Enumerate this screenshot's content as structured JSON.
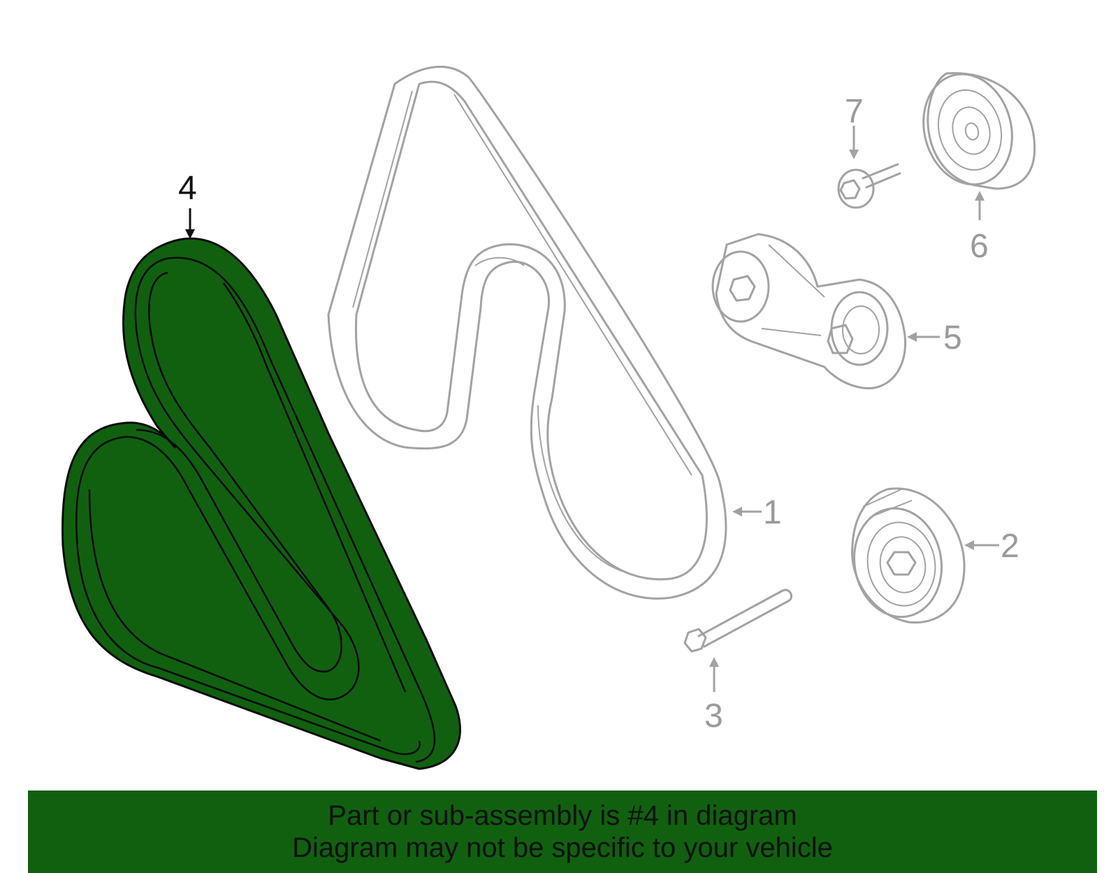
{
  "diagram": {
    "highlight_color": "#116010",
    "parts": [
      {
        "id": "1",
        "label": "1",
        "name": "serpentine-belt",
        "highlighted": false
      },
      {
        "id": "2",
        "label": "2",
        "name": "idler-pulley",
        "highlighted": false
      },
      {
        "id": "3",
        "label": "3",
        "name": "pulley-bolt",
        "highlighted": false
      },
      {
        "id": "4",
        "label": "4",
        "name": "drive-belt",
        "highlighted": true
      },
      {
        "id": "5",
        "label": "5",
        "name": "belt-tensioner",
        "highlighted": false
      },
      {
        "id": "6",
        "label": "6",
        "name": "tensioner-pulley",
        "highlighted": false
      },
      {
        "id": "7",
        "label": "7",
        "name": "tensioner-bolt",
        "highlighted": false
      }
    ]
  },
  "banner": {
    "line1": "Part or sub-assembly is #4 in diagram",
    "line2": "Diagram may not be specific to your vehicle"
  }
}
